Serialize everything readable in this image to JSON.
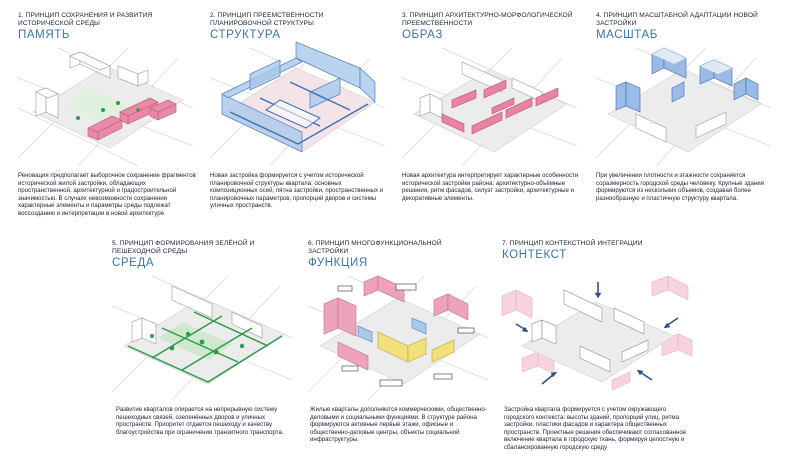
{
  "panels": [
    {
      "title": "1. ПРИНЦИП СОХРАНЕНИЯ И РАЗВИТИЯ ИСТОРИЧЕСКОЙ СРЕДЫ",
      "keyword": "ПАМЯТЬ",
      "description": "Реновация предполагает выборочное сохранение фрагментов исторической жилой застройки, обладающих пространственной, архитектурной и градостроительной значимостью. В случаях невозможности сохранения характерные элементы и параметры среды подлежат воссозданию и интерпретации в новой архитектуре.",
      "accent": "#e07a99"
    },
    {
      "title": "2. ПРИНЦИП ПРЕЕМСТВЕННОСТИ ПЛАНИРОВОЧНОЙ СТРУКТУРЫ",
      "keyword": "СТРУКТУРА",
      "description": "Новая застройка формируется с учетом исторической планировочной структуры квартала: основных композиционных осей, пятна застройки, пространственных и планировочных параметров, пропорций дворов и системы уличных пространств.",
      "accent": "#6f9fd4"
    },
    {
      "title": "3. ПРИНЦИП АРХИТЕКТУРНО-МОРФОЛОГИЧЕСКОЙ ПРЕЕМСТВЕННОСТИ",
      "keyword": "ОБРАЗ",
      "description": "Новая архитектура интерпретирует характерные особенности исторической застройки района: архитектурно-объёмные решения, ритм фасадов, силуэт застройки, архитектурные и декоративные элементы.",
      "accent": "#d95a80"
    },
    {
      "title": "4. ПРИНЦИП МАСШТАБНОЙ АДАПТАЦИИ НОВОЙ ЗАСТРОЙКИ",
      "keyword": "МАСШТАБ",
      "description": "При увеличении плотности и этажности сохраняется соразмерность городской среды человеку. Крупные здания формируются из нескольких объемов, создавая более разнообразную и пластичную структуру квартала.",
      "accent": "#4f7fc0"
    },
    {
      "title": "5. ПРИНЦИП ФОРМИРОВАНИЯ ЗЕЛЁНОЙ И ПЕШЕХОДНОЙ СРЕДЫ",
      "keyword": "СРЕДА",
      "description": "Развитие кварталов опирается на непрерывную систему пешеходных связей, озеленённых дворов и уличных пространств. Приоритет отдается пешеходу и качеству благоустройства при ограничении транзитного транспорта.",
      "accent": "#2e9a4a"
    },
    {
      "title": "6. ПРИНЦИП МНОГОФУНКЦИОНАЛЬНОЙ ЗАСТРОЙКИ",
      "keyword": "ФУНКЦИЯ",
      "description": "Жилые кварталы дополняются коммерческими, общественно-деловыми и социальными функциями. В структуре района формируются активные первые этажи, офисные и общественно-деловые центры, объекты социальной инфраструктуры.",
      "accent": "#e08aa8"
    },
    {
      "title": "7. ПРИНЦИП КОНТЕКСТНОЙ ИНТЕГРАЦИИ",
      "keyword": "КОНТЕКСТ",
      "description": "Застройка квартала формируется с учетом окружающего городского контекста: высоты зданий, пропорций улиц, ритма застройки, пластики фасадов и характера общественных пространств. Проектные решения обеспечивают согласованное включение квартала в городскую ткань, формируя целостную и сбалансированную городскую среду",
      "accent": "#f0b8cc"
    }
  ]
}
